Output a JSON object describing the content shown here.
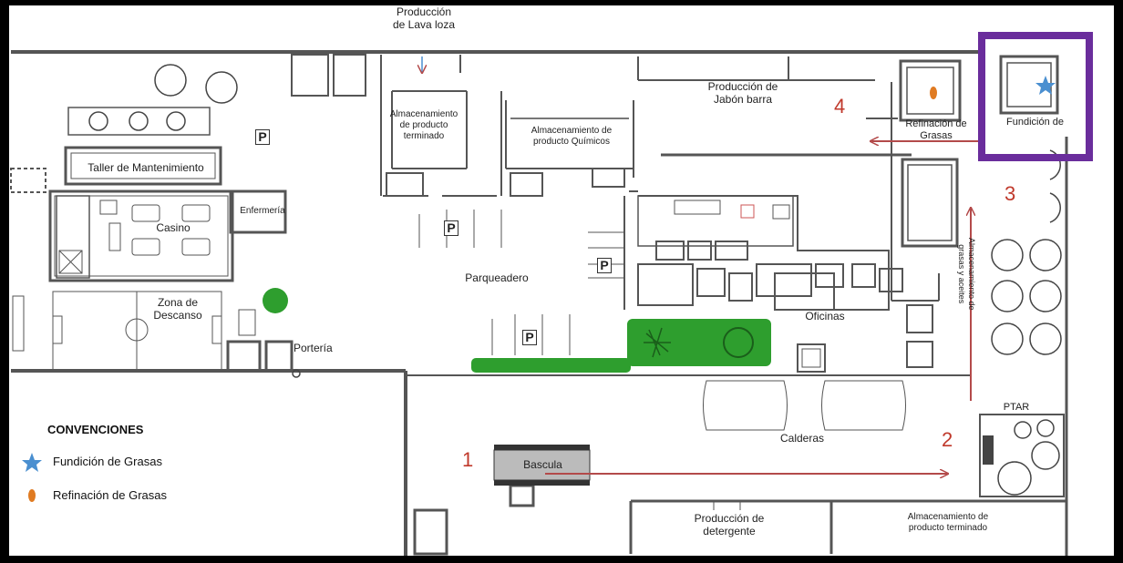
{
  "labels": {
    "lava_loza": "Producción\nde Lava loza",
    "jabon_barra": "Producción de\nJabón barra",
    "alm_terminado_top": "Almacenamiento\nde producto\nterminado",
    "alm_quimicos": "Almacenamiento de\nproducto Químicos",
    "refinacion": "Refinación de\nGrasas",
    "fundicion": "Fundición de",
    "taller": "Taller de Mantenimiento",
    "casino": "Casino",
    "enfermeria": "Enfermería",
    "zona_descanso": "Zona de\nDescanso",
    "porteria": "Portería",
    "parqueadero": "Parqueadero",
    "oficinas": "Oficinas",
    "alm_grasas": "Almacenamiento de\ngrasas y aceites",
    "ptar": "PTAR",
    "calderas": "Calderas",
    "bascula": "Bascula",
    "detergente": "Producción de\ndetergente",
    "alm_terminado_bottom": "Almacenamiento de\nproducto terminado",
    "parking": "P"
  },
  "steps": [
    "1",
    "2",
    "3",
    "4"
  ],
  "legend": {
    "title": "CONVENCIONES",
    "items": [
      {
        "label": "Fundición de Grasas",
        "icon": "star-icon",
        "color": "#4a8fd0"
      },
      {
        "label": "Refinación de Grasas",
        "icon": "oval-icon",
        "color": "#e07b22"
      }
    ]
  },
  "colors": {
    "arrow": "#b34a4a",
    "highlight": "#6a2d9c",
    "number": "#c0392b",
    "hedge": "#2e9e2e"
  }
}
